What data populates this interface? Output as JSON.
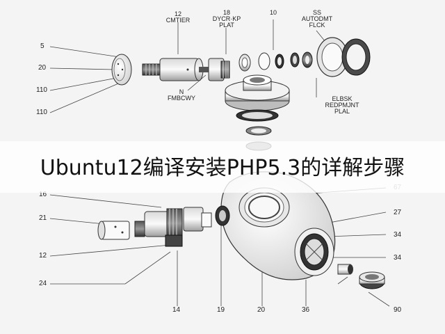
{
  "title": "Ubuntu12编译安装PHP5.3的详解步骤",
  "diagram": {
    "top_labels": [
      {
        "id": "l1",
        "text": "12\nCMTIER"
      },
      {
        "id": "l2",
        "text": "18\nDYCR·KP\nPLAT"
      },
      {
        "id": "l3",
        "text": "10"
      },
      {
        "id": "l4",
        "text": "SS\nAUTODMT\nFLCK"
      },
      {
        "id": "l5",
        "text": "N\nFMBCWY"
      },
      {
        "id": "l6",
        "text": "ELBSK\nREDPMJNT\nPLAL"
      }
    ],
    "left_numbers": [
      "5",
      "20",
      "110",
      "110"
    ],
    "lower_left_numbers": [
      "16",
      "21",
      "12",
      "24"
    ],
    "right_numbers": [
      "67",
      "27",
      "34",
      "34"
    ],
    "bottom_numbers": [
      "14",
      "19",
      "20",
      "36",
      "90"
    ]
  }
}
